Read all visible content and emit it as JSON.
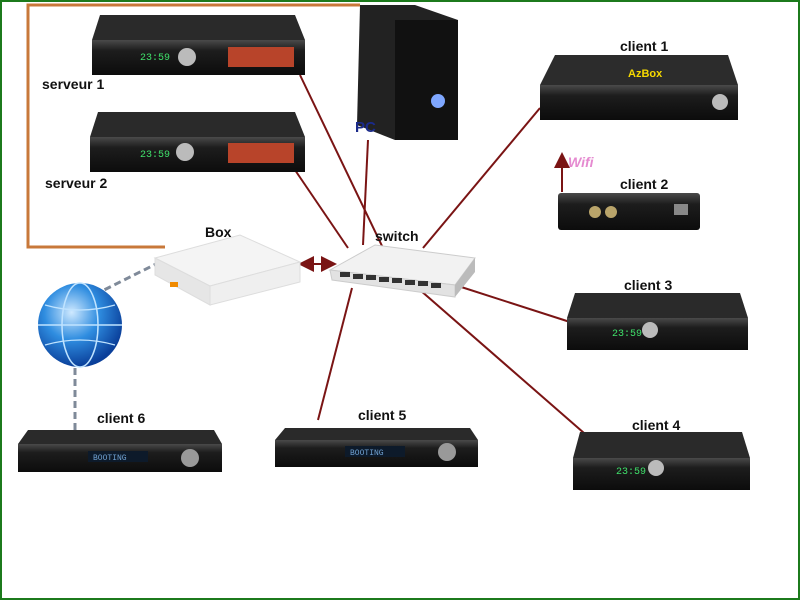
{
  "labels": {
    "server1": "serveur 1",
    "server2": "serveur 2",
    "pc": "PC",
    "client1": "client 1",
    "client2": "client 2",
    "client3": "client 3",
    "client4": "client 4",
    "client5": "client 5",
    "client6": "client 6",
    "box": "Box",
    "switch": "switch",
    "wifi": "Wifi"
  },
  "device_text": {
    "azbox_brand": "AzBox",
    "clock": "23:59",
    "airbox_display": "BOOTING"
  },
  "colors": {
    "ethernet_link": "#7a1414",
    "server_link": "#c8783a",
    "internet_link": "#7f8a99",
    "wifi_label": "#e58ad0",
    "pc_label": "#1a2a8a",
    "frame": "#1c7a1c"
  }
}
